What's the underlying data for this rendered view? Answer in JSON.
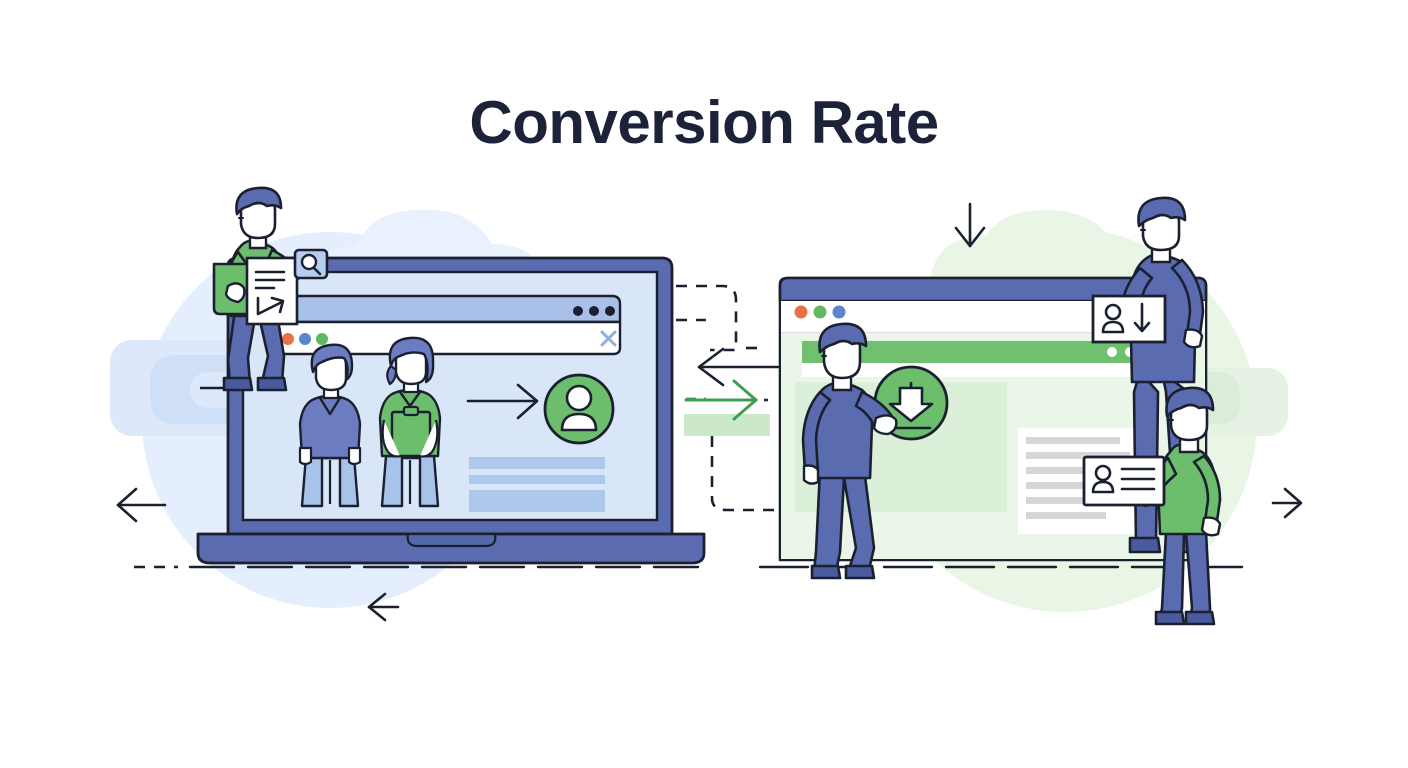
{
  "page": {
    "title": "Conversion Rate",
    "background": "#ffffff",
    "title_color": "#1c2237"
  },
  "palette": {
    "ink": "#1b2030",
    "blue_dark": "#4a5a9e",
    "blue_mid": "#5b6bb0",
    "blue_light": "#9db3e0",
    "blue_screen": "#d3e2f7",
    "blue_blob": "#e3edfb",
    "blue_blob_2": "#cddcf4",
    "green": "#6cbe6c",
    "green_bar": "#6fc06f",
    "green_soft": "#d9f0d9",
    "green_blob": "#e4f5e2",
    "gray_line": "#d3d3d3",
    "dot_red": "#e8714a",
    "dot_blue": "#5b84cf",
    "dot_green": "#62b862",
    "white": "#ffffff"
  },
  "left_scene": {
    "name": "laptop-scene",
    "laptop": {
      "screen_background": "#d3e2f7",
      "browser_window": {
        "titlebar_dots": [
          "dark-dot",
          "dark-dot",
          "dark-dot"
        ],
        "address_dots": [
          "red-dot",
          "blue-dot",
          "green-dot"
        ],
        "close_icon": "close-x-icon"
      },
      "content": {
        "person_blue_label": "visitor-blue",
        "person_green_label": "visitor-green-with-clipboard",
        "flow_arrow": "arrow-right-icon",
        "result_avatar": "user-avatar-green",
        "text_bars": 3
      }
    },
    "standing_person": {
      "role": "analyst-on-laptop",
      "shirt_color": "#6cbe6c",
      "pants_color": "#5b6bb0",
      "holds": [
        "report-document",
        "green-folder",
        "magnifier-icon"
      ]
    }
  },
  "connectors": {
    "arrow_left_inner": "arrow-left-icon",
    "arrow_right_green": "arrow-right-green-icon",
    "arrow_left_outer": "arrow-left-icon",
    "arrow_left_bottom": "arrow-left-icon",
    "arrow_down_top": "arrow-down-icon",
    "arrow_right_outer": "arrow-right-icon",
    "dashed_paths": 3,
    "highlight_bar_color": "#c9e8c6"
  },
  "right_scene": {
    "name": "conversion-browser-scene",
    "browser": {
      "titlebar_color": "#5b6bb0",
      "dots": [
        "red-dot",
        "green-dot",
        "blue-dot"
      ],
      "nav_bar_color": "#6fc06f",
      "nav_dots": 3,
      "page_background": "#e4f3e2",
      "text_card_lines": 6
    },
    "download_badge": "download-circle-icon",
    "people": [
      {
        "role": "person-pointing-download",
        "shirt_color": "#5b6bb0",
        "position": "left"
      },
      {
        "role": "person-holding-user-download-card",
        "shirt_color": "#5b6bb0",
        "position": "top-right",
        "card": "user-download-card"
      },
      {
        "role": "person-holding-id-card",
        "shirt_color": "#6cbe6c",
        "position": "bottom-right",
        "card": "user-id-card"
      }
    ]
  }
}
